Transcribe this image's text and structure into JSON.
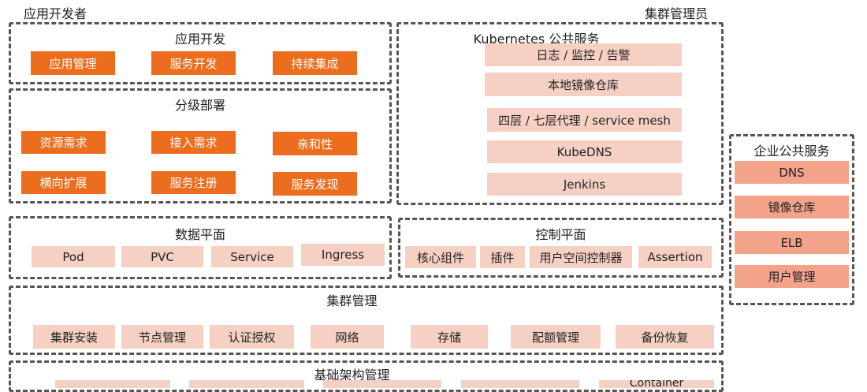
{
  "roles": {
    "app_developer": "应用开发者",
    "cluster_admin": "集群管理员"
  },
  "app_dev": {
    "title": "应用开发",
    "items": [
      "应用管理",
      "服务开发",
      "持续集成"
    ]
  },
  "tiered_deploy": {
    "title": "分级部署",
    "items": [
      "资源需求",
      "接入需求",
      "亲和性",
      "横向扩展",
      "服务注册",
      "服务发现"
    ]
  },
  "k8s_public": {
    "title": "Kubernetes 公共服务",
    "items": [
      "日志 / 监控 / 告警",
      "本地镜像仓库",
      "四层 / 七层代理 / service mesh",
      "KubeDNS",
      "Jenkins"
    ]
  },
  "enterprise_public": {
    "title": "企业公共服务",
    "items": [
      "DNS",
      "镜像仓库",
      "ELB",
      "用户管理"
    ]
  },
  "data_plane": {
    "title": "数据平面",
    "items": [
      "Pod",
      "PVC",
      "Service",
      "Ingress"
    ]
  },
  "control_plane": {
    "title": "控制平面",
    "items": [
      "核心组件",
      "插件",
      "用户空间控制器",
      "Assertion"
    ]
  },
  "cluster_mgmt": {
    "title": "集群管理",
    "items": [
      "集群安装",
      "节点管理",
      "认证授权",
      "网络",
      "存储",
      "配额管理",
      "备份恢复"
    ]
  },
  "infra_mgmt": {
    "title": "基础架构管理",
    "partial_label": "Container"
  },
  "colors": {
    "dark": "#ed6d1f",
    "mid": "#f2a38a",
    "light": "#f6d0c3",
    "border": "#555555"
  }
}
